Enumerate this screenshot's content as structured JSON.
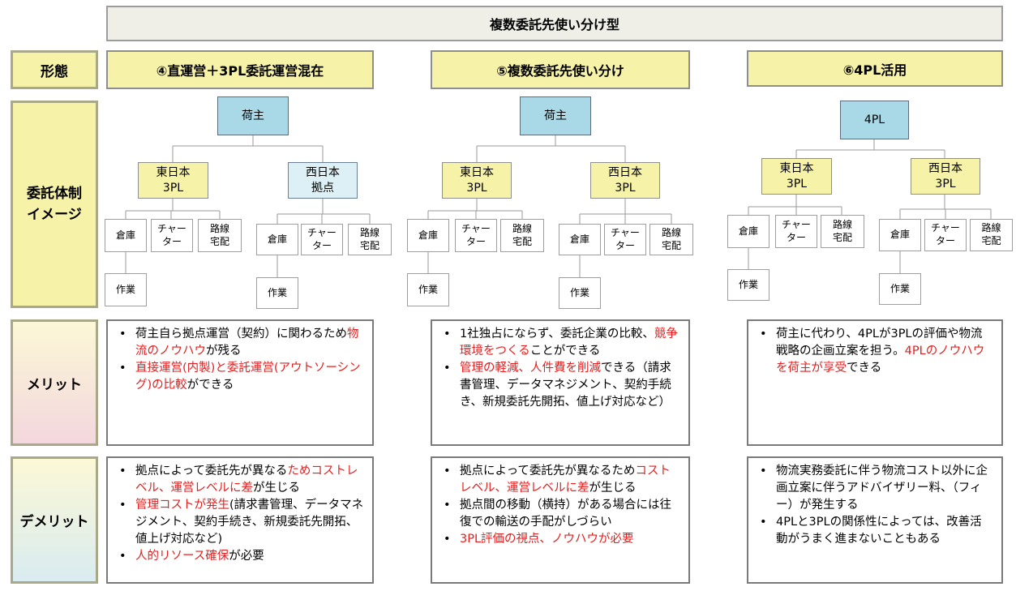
{
  "title": "複数委託先使い分け型",
  "labels": {
    "keitai": "形態",
    "itaku_line1": "委託体制",
    "itaku_line2": "イメージ",
    "merit": "メリット",
    "demerit": "デメリット"
  },
  "columns": [
    {
      "header": "④直運営＋3PL委託運営混在",
      "root": "荷主",
      "branches": [
        {
          "line1": "東日本",
          "line2": "3PL"
        },
        {
          "line1": "西日本",
          "line2": "拠点"
        }
      ],
      "merit": [
        [
          {
            "t": "荷主自ら拠点運営（契約）に関わるため"
          },
          {
            "t": "物流のノウハウ",
            "red": true
          },
          {
            "t": "が残る"
          }
        ],
        [
          {
            "t": "直接運営(内製)と委託運営(アウトソーシング)の比較",
            "red": true
          },
          {
            "t": "ができる"
          }
        ]
      ],
      "demerit": [
        [
          {
            "t": "拠点によって委託先が異なる"
          },
          {
            "t": "ためコストレベル、運営レベルに差",
            "red": true
          },
          {
            "t": "が生じる"
          }
        ],
        [
          {
            "t": "管理コストが発生",
            "red": true
          },
          {
            "t": "(請求書管理、データマネジメント、契約手続き、新規委託先開拓、値上げ対応など)"
          }
        ],
        [
          {
            "t": "人的リソース確保",
            "red": true
          },
          {
            "t": "が必要"
          }
        ]
      ]
    },
    {
      "header": "⑤複数委託先使い分け",
      "root": "荷主",
      "branches": [
        {
          "line1": "東日本",
          "line2": "3PL"
        },
        {
          "line1": "西日本",
          "line2": "3PL"
        }
      ],
      "merit": [
        [
          {
            "t": "1社独占にならず、委託企業の比較、"
          },
          {
            "t": "競争環境をつくる",
            "red": true
          },
          {
            "t": "ことができる"
          }
        ],
        [
          {
            "t": "管理の軽減、人件費を削減",
            "red": true
          },
          {
            "t": "できる（請求書管理、データマネジメント、契約手続き、新規委託先開拓、値上げ対応など）"
          }
        ]
      ],
      "demerit": [
        [
          {
            "t": "拠点によって委託先が異なるため"
          },
          {
            "t": "コストレベル、運営レベルに差",
            "red": true
          },
          {
            "t": "が生じる"
          }
        ],
        [
          {
            "t": "拠点間の移動（横持）がある場合には往復での輸送の手配がしづらい"
          }
        ],
        [
          {
            "t": "3PL評価の視点、ノウハウが必要",
            "red": true
          }
        ]
      ]
    },
    {
      "header": "⑥4PL活用",
      "root": "4PL",
      "branches": [
        {
          "line1": "東日本",
          "line2": "3PL"
        },
        {
          "line1": "西日本",
          "line2": "3PL"
        }
      ],
      "merit": [
        [
          {
            "t": "荷主に代わり、4PLが3PLの評価や物流戦略の企画立案を担う。"
          },
          {
            "t": "4PLのノウハウを荷主が享受",
            "red": true
          },
          {
            "t": "できる"
          }
        ]
      ],
      "demerit": [
        [
          {
            "t": "物流実務委託に伴う物流コスト以外に企画立案に伴うアドバイザリー料、（フィー）が発生する"
          }
        ],
        [
          {
            "t": "4PLと3PLの関係性によっては、改善活動がうまく進まないこともある"
          }
        ]
      ]
    }
  ],
  "leaves": {
    "warehouse": "倉庫",
    "charter_line1": "チャー",
    "charter_line2": "ター",
    "route_line1": "路線",
    "route_line2": "宅配",
    "work": "作業"
  }
}
